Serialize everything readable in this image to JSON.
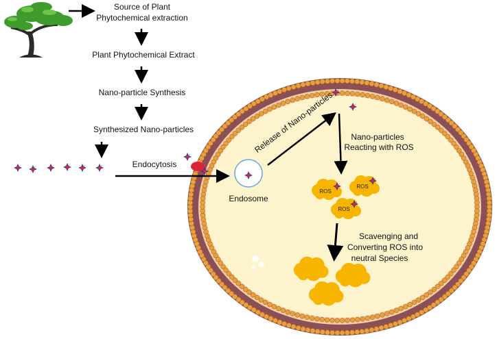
{
  "flow": {
    "source_line1": "Source of Plant",
    "source_line2": "Phytochemical extraction",
    "extract": "Plant Phytochemical Extract",
    "synthesis": "Nano-particle Synthesis",
    "synthesized": "Synthesized Nano-particles",
    "endocytosis": "Endocytosis"
  },
  "cell": {
    "endosome": "Endosome",
    "release": "Release of Nano-particles",
    "reacting_line1": "Nano-particles",
    "reacting_line2": "Reacting with ROS",
    "scavenging_line1": "Scavenging and",
    "scavenging_line2": "Converting ROS into",
    "scavenging_line3": "neutral Species",
    "ros_label": "ROS"
  },
  "icons": {
    "tree": "tree-icon",
    "nanoparticle": "nanoparticle-star-icon",
    "ros": "ros-cloud-icon",
    "neutral": "neutral-species-cloud-icon"
  },
  "colors": {
    "membrane_head": "#e8a040",
    "membrane_body": "#8b4f55",
    "cytoplasm": "#fdf3cc",
    "ros_fill": "#f7b500",
    "particle_core": "#d9243a",
    "particle_spikes": "#2f3c8c",
    "tree_green": "#3f9c2c"
  }
}
